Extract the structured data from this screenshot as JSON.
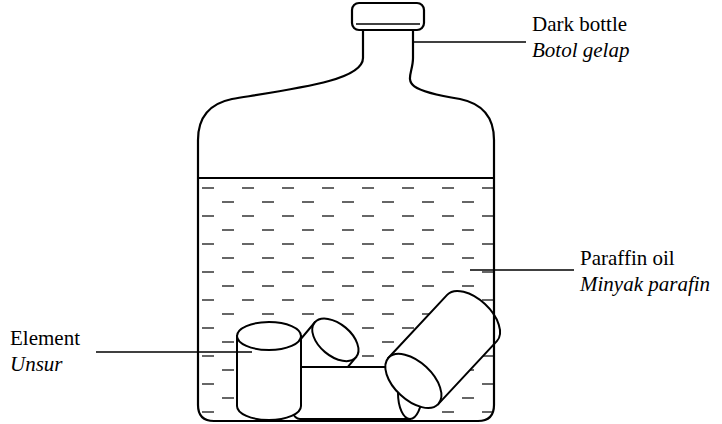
{
  "diagram": {
    "labels": [
      "Dark bottle",
      "Botol gelap",
      "Paraffin oil",
      "Minyak parafin",
      "Element",
      "Unsur"
    ]
  }
}
